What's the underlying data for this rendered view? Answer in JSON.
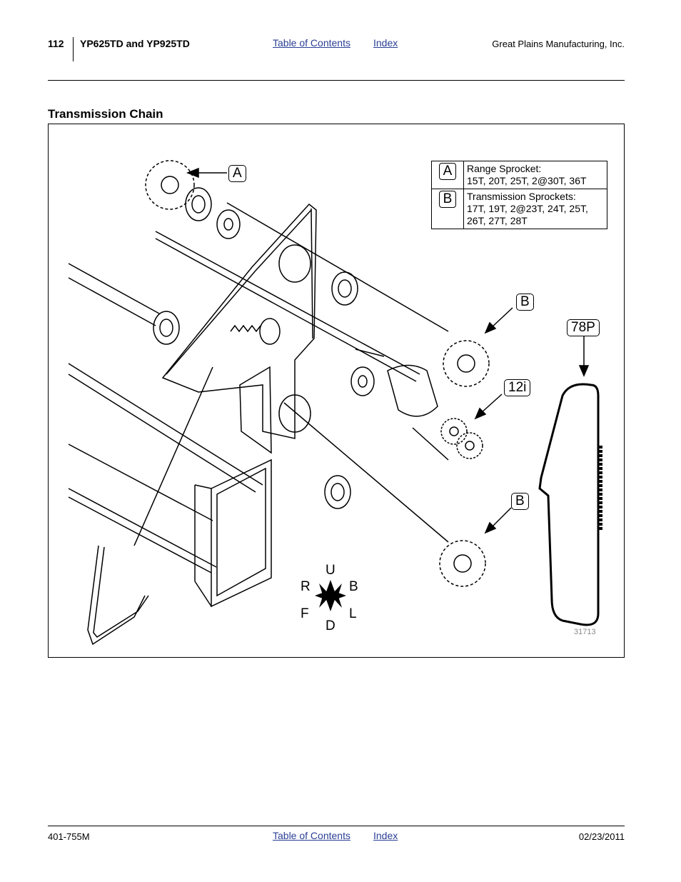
{
  "header": {
    "page_number": "112",
    "model": "YP625TD and YP925TD",
    "toc_link": "Table of Contents",
    "index_link": "Index",
    "company": "Great Plains Manufacturing, Inc."
  },
  "section": {
    "title": "Transmission Chain"
  },
  "legend": [
    {
      "key": "A",
      "line1": "Range Sprocket:",
      "line2": "15T, 20T, 25T, 2@30T, 36T",
      "line3": ""
    },
    {
      "key": "B",
      "line1": "Transmission Sprockets:",
      "line2": "17T, 19T, 2@23T, 24T, 25T,",
      "line3": "26T, 27T, 28T"
    }
  ],
  "callouts": {
    "a": "A",
    "b1": "B",
    "b2": "B",
    "p78": "78P",
    "i12": "12i"
  },
  "directions": {
    "up": "U",
    "down": "D",
    "right": "R",
    "back": "B",
    "front": "F",
    "left": "L"
  },
  "figure_number": "31713",
  "footer": {
    "doc_number": "401-755M",
    "toc_link": "Table of Contents",
    "index_link": "Index",
    "date": "02/23/2011"
  }
}
